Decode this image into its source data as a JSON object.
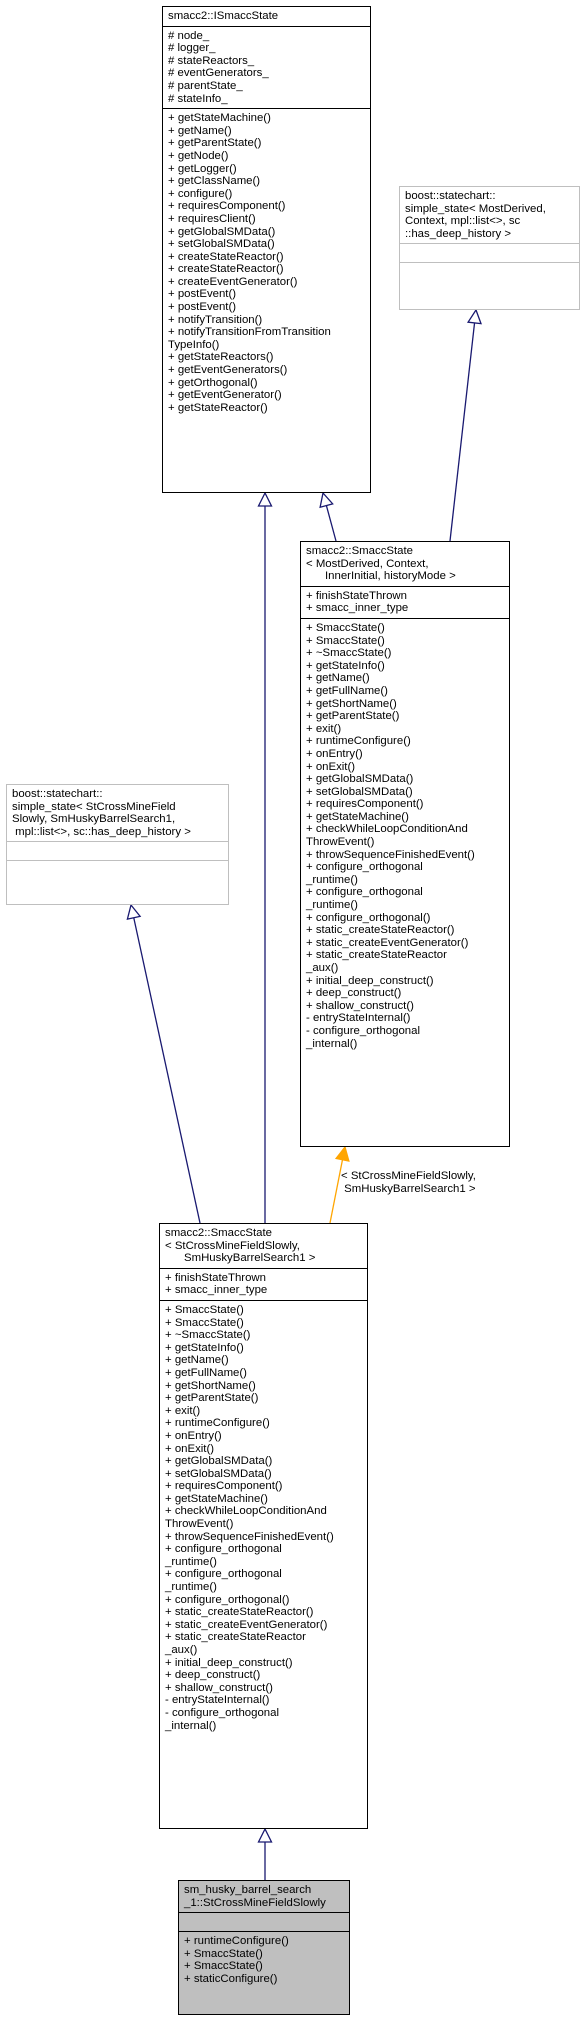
{
  "classes": {
    "ismacc": {
      "title": [
        "smacc2::ISmaccState"
      ],
      "attributes": [
        "# node_",
        "# logger_",
        "# stateReactors_",
        "# eventGenerators_",
        "# parentState_",
        "# stateInfo_"
      ],
      "methods": [
        "+ getStateMachine()",
        "+ getName()",
        "+ getParentState()",
        "+ getNode()",
        "+ getLogger()",
        "+ getClassName()",
        "+ configure()",
        "+ requiresComponent()",
        "+ requiresClient()",
        "+ getGlobalSMData()",
        "+ setGlobalSMData()",
        "+ createStateReactor()",
        "+ createStateReactor()",
        "+ createEventGenerator()",
        "+ postEvent()",
        "+ postEvent()",
        "+ notifyTransition()",
        "+ notifyTransitionFromTransition",
        "TypeInfo()",
        "+ getStateReactors()",
        "+ getEventGenerators()",
        "+ getOrthogonal()",
        "+ getEventGenerator()",
        "+ getStateReactor()"
      ]
    },
    "boost_generic": {
      "title": [
        "boost::statechart::",
        "simple_state< MostDerived,",
        "Context, mpl::list<>, sc",
        "::has_deep_history >"
      ],
      "attributes": [],
      "methods": []
    },
    "smacc_generic": {
      "title": [
        "smacc2::SmaccState",
        "< MostDerived, Context,",
        "      InnerInitial, historyMode >"
      ],
      "attributes": [
        "+ finishStateThrown",
        "+ smacc_inner_type"
      ],
      "methods": [
        "+ SmaccState()",
        "+ SmaccState()",
        "+ ~SmaccState()",
        "+ getStateInfo()",
        "+ getName()",
        "+ getFullName()",
        "+ getShortName()",
        "+ getParentState()",
        "+ exit()",
        "+ runtimeConfigure()",
        "+ onEntry()",
        "+ onExit()",
        "+ getGlobalSMData()",
        "+ setGlobalSMData()",
        "+ requiresComponent()",
        "+ getStateMachine()",
        "+ checkWhileLoopConditionAnd",
        "ThrowEvent()",
        "+ throwSequenceFinishedEvent()",
        "+ configure_orthogonal",
        "_runtime()",
        "+ configure_orthogonal",
        "_runtime()",
        "+ configure_orthogonal()",
        "+ static_createStateReactor()",
        "+ static_createEventGenerator()",
        "+ static_createStateReactor",
        "_aux()",
        "+ initial_deep_construct()",
        "+ deep_construct()",
        "+ shallow_construct()",
        "- entryStateInternal()",
        "- configure_orthogonal",
        "_internal()"
      ]
    },
    "boost_specific": {
      "title": [
        "boost::statechart::",
        "simple_state< StCrossMineField",
        "Slowly, SmHuskyBarrelSearch1,",
        " mpl::list<>, sc::has_deep_history >"
      ],
      "attributes": [],
      "methods": []
    },
    "smacc_specific": {
      "title": [
        "smacc2::SmaccState",
        "< StCrossMineFieldSlowly,",
        "      SmHuskyBarrelSearch1 >"
      ],
      "attributes": [
        "+ finishStateThrown",
        "+ smacc_inner_type"
      ],
      "methods": [
        "+ SmaccState()",
        "+ SmaccState()",
        "+ ~SmaccState()",
        "+ getStateInfo()",
        "+ getName()",
        "+ getFullName()",
        "+ getShortName()",
        "+ getParentState()",
        "+ exit()",
        "+ runtimeConfigure()",
        "+ onEntry()",
        "+ onExit()",
        "+ getGlobalSMData()",
        "+ setGlobalSMData()",
        "+ requiresComponent()",
        "+ getStateMachine()",
        "+ checkWhileLoopConditionAnd",
        "ThrowEvent()",
        "+ throwSequenceFinishedEvent()",
        "+ configure_orthogonal",
        "_runtime()",
        "+ configure_orthogonal",
        "_runtime()",
        "+ configure_orthogonal()",
        "+ static_createStateReactor()",
        "+ static_createEventGenerator()",
        "+ static_createStateReactor",
        "_aux()",
        "+ initial_deep_construct()",
        "+ deep_construct()",
        "+ shallow_construct()",
        "- entryStateInternal()",
        "- configure_orthogonal",
        "_internal()"
      ]
    },
    "focus": {
      "title": [
        "sm_husky_barrel_search",
        "_1::StCrossMineFieldSlowly"
      ],
      "attributes": [],
      "methods": [
        "+ runtimeConfigure()",
        "+ SmaccState()",
        "+ SmaccState()",
        "+ staticConfigure()"
      ]
    }
  },
  "template_label": [
    "< StCrossMineFieldSlowly,",
    " SmHuskyBarrelSearch1 >"
  ],
  "colors": {
    "inheritance_edge": "#191970",
    "template_edge": "#ffa500",
    "external_border": "#bfbfbf",
    "focus_fill": "#bfbfbf"
  }
}
